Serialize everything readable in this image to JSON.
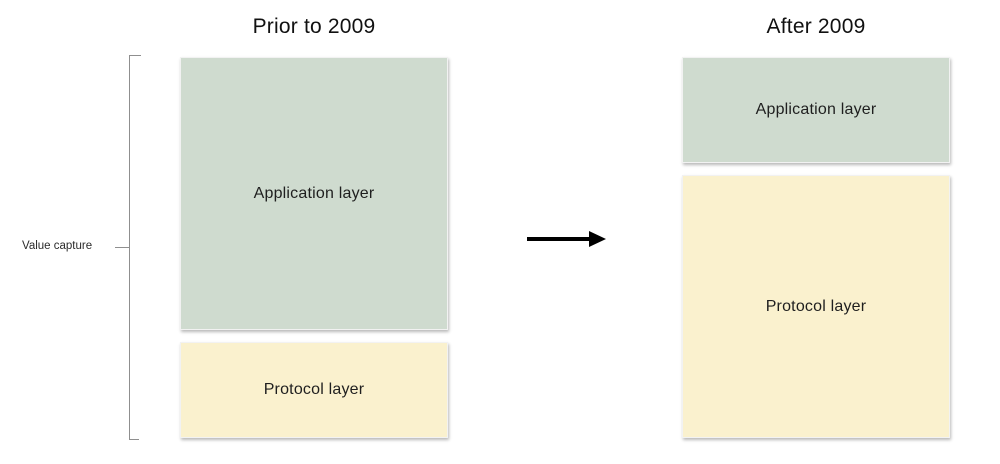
{
  "diagram": {
    "left_column": {
      "title": "Prior to 2009",
      "boxes": [
        {
          "label": "Application layer",
          "color": "#cfdbcf"
        },
        {
          "label": "Protocol layer",
          "color": "#faf1ce"
        }
      ]
    },
    "right_column": {
      "title": "After 2009",
      "boxes": [
        {
          "label": "Application layer",
          "color": "#cfdbcf"
        },
        {
          "label": "Protocol layer",
          "color": "#faf1ce"
        }
      ]
    },
    "bracket_label": "Value capture",
    "icons": {
      "arrow": "right-arrow-icon"
    },
    "colors": {
      "application_layer": "#cfdbcf",
      "protocol_layer": "#faf1ce",
      "bracket": "#8f8f8f",
      "arrow": "#000000",
      "background": "#ffffff"
    }
  }
}
